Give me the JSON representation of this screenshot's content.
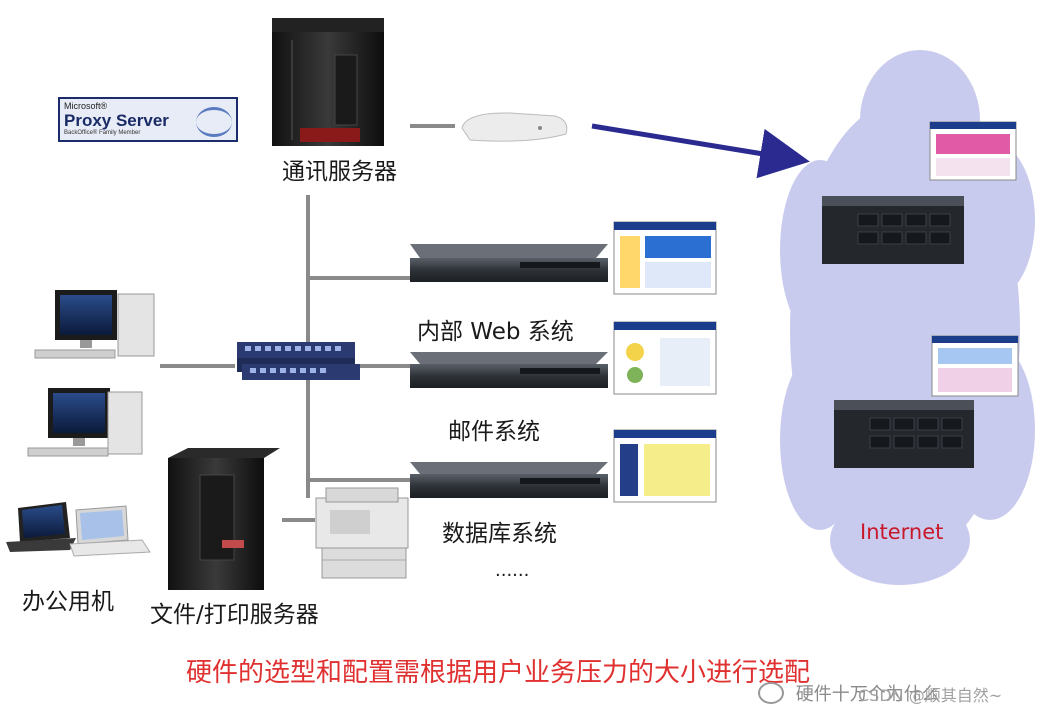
{
  "logo": {
    "vendor": "Microsoft®",
    "product": "Proxy Server",
    "family": "BackOffice® Family Member"
  },
  "labels": {
    "comm_server": "通讯服务器",
    "internal_web": "内部 Web 系统",
    "mail": "邮件系统",
    "database": "数据库系统",
    "ellipsis": "......",
    "office_pc": "办公用机",
    "file_print": "文件/打印服务器",
    "internet": "Internet"
  },
  "caption": "硬件的选型和配置需根据用户业务压力的大小进行选配",
  "watermark": {
    "account": "硬件十万个为什么",
    "site": "CSDN @顺其自然~"
  },
  "colors": {
    "caption": "#e03030",
    "internet_label": "#c8182a",
    "cloud": "#c9cbee",
    "arrow": "#2a2a90",
    "connector": "#8a8a8a"
  }
}
